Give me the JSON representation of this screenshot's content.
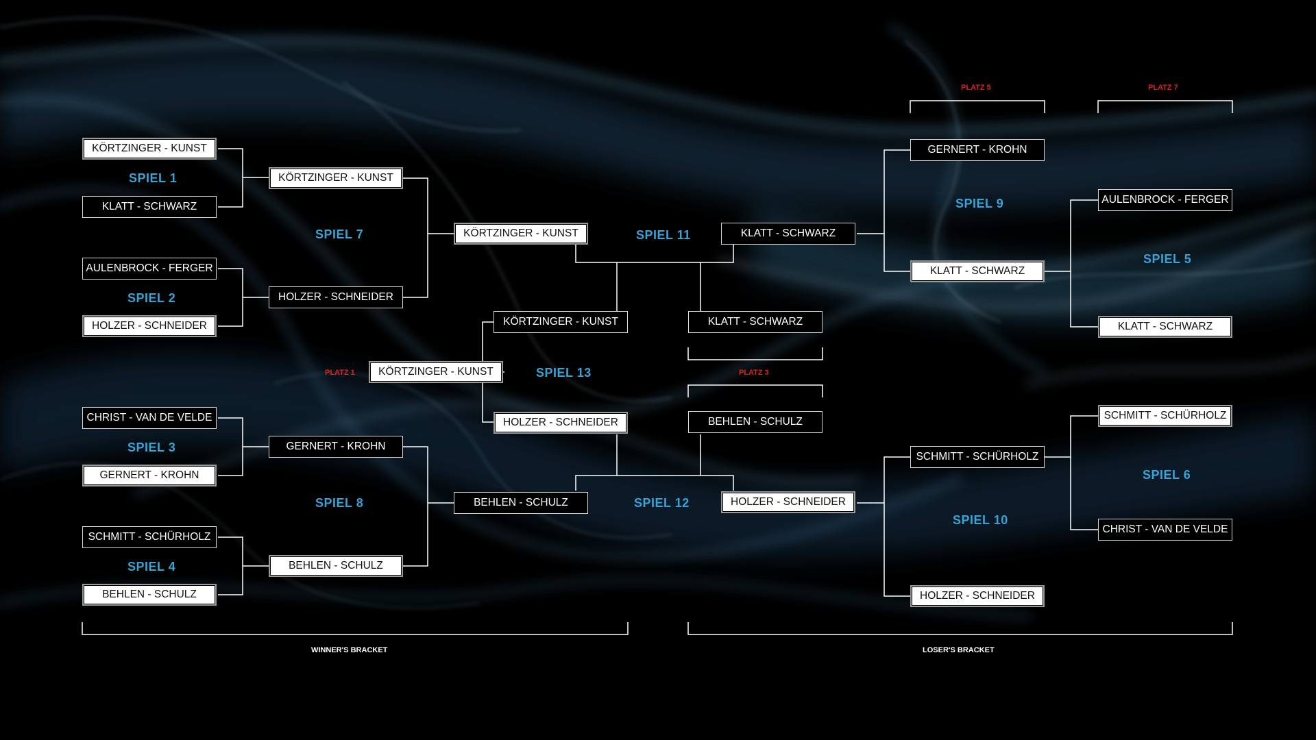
{
  "teams": {
    "t1": "KÖRTZINGER - KUNST",
    "t2": "KLATT - SCHWARZ",
    "t3": "AULENBROCK - FERGER",
    "t4": "HOLZER - SCHNEIDER",
    "t5": "CHRIST - VAN DE VELDE",
    "t6": "GERNERT - KROHN",
    "t7": "SCHMITT - SCHÜRHOLZ",
    "t8": "BEHLEN - SCHULZ",
    "r2_1": "KÖRTZINGER - KUNST",
    "r2_2": "HOLZER - SCHNEIDER",
    "r2_3": "GERNERT - KROHN",
    "r2_4": "BEHLEN - SCHULZ",
    "r3_1": "KÖRTZINGER - KUNST",
    "r3_2": "BEHLEN - SCHULZ",
    "f_top": "KÖRTZINGER - KUNST",
    "f_bottom": "HOLZER - SCHNEIDER",
    "winner": "KÖRTZINGER - KUNST",
    "s11_right": "KLATT - SCHWARZ",
    "s12_right": "HOLZER - SCHNEIDER",
    "p3_top": "KLATT - SCHWARZ",
    "p3_bottom": "BEHLEN - SCHULZ",
    "s9_top": "GERNERT - KROHN",
    "s9_bottom": "KLATT - SCHWARZ",
    "s10_top": "SCHMITT - SCHÜRHOLZ",
    "s10_bottom": "HOLZER - SCHNEIDER",
    "s5_top": "AULENBROCK - FERGER",
    "s5_bottom": "KLATT - SCHWARZ",
    "s6_top": "SCHMITT - SCHÜRHOLZ",
    "s6_bottom": "CHRIST - VAN DE VELDE"
  },
  "games": {
    "g1": "SPIEL 1",
    "g2": "SPIEL 2",
    "g3": "SPIEL 3",
    "g4": "SPIEL 4",
    "g5": "SPIEL 5",
    "g6": "SPIEL 6",
    "g7": "SPIEL 7",
    "g8": "SPIEL 8",
    "g9": "SPIEL 9",
    "g10": "SPIEL 10",
    "g11": "SPIEL 11",
    "g12": "SPIEL 12",
    "g13": "SPIEL 13"
  },
  "places": {
    "p1": "PLATZ 1",
    "p3": "PLATZ 3",
    "p5": "PLATZ 5",
    "p7": "PLATZ 7"
  },
  "brackets": {
    "winners": "WINNER'S BRACKET",
    "losers": "LOSER'S BRACKET"
  },
  "colors": {
    "game_label": "#3aa3d6",
    "place_label": "#e02020",
    "background": "#000000"
  }
}
